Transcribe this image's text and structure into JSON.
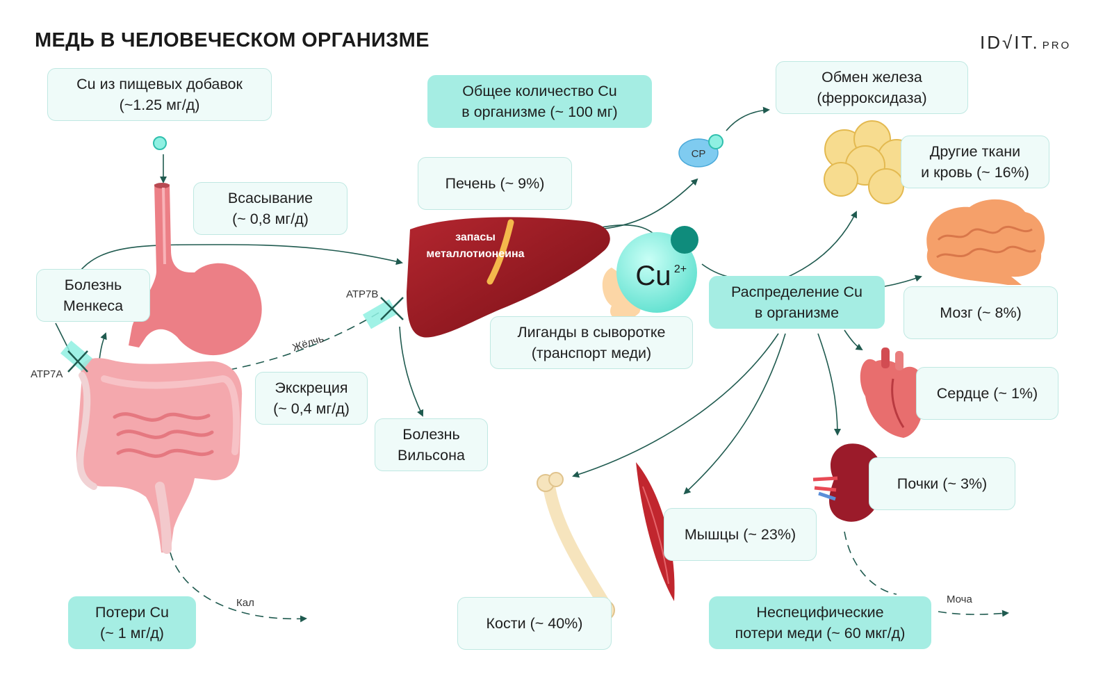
{
  "header": {
    "title": "МЕДЬ В ЧЕЛОВЕЧЕСКОМ ОРГАНИЗМЕ",
    "logo_main": "ID√IT.",
    "logo_suffix": "PRO"
  },
  "boxes": {
    "supplements": "Cu из пищевых добавок\n(~1.25 мг/д)",
    "total": "Общее количество Cu\nв организме (~ 100 мг)",
    "iron": "Обмен железа\n(ферроксидаза)",
    "other_tissues": "Другие ткани\nи кровь (~ 16%)",
    "liver": "Печень (~ 9%)",
    "absorption": "Всасывание\n(~ 0,8 мг/д)",
    "menkes": "Болезнь\nМенкеса",
    "excretion": "Экскреция\n(~ 0,4 мг/д)",
    "wilson": "Болезнь\nВильсона",
    "ligands": "Лиганды в сыворотке\n(транспорт меди)",
    "distribution": "Распределение Cu\nв организме",
    "brain": "Мозг (~ 8%)",
    "heart": "Сердце (~ 1%)",
    "kidneys": "Почки (~ 3%)",
    "muscles": "Мышцы (~ 23%)",
    "bones": "Кости (~ 40%)",
    "losses": "Потери Cu\n(~ 1 мг/д)",
    "nonspecific": "Неспецифические\nпотери меди (~ 60 мкг/д)"
  },
  "labels": {
    "atp7a": "ATP7A",
    "atp7b": "ATP7B",
    "bile": "Жёлчь",
    "feces": "Кал",
    "urine": "Моча",
    "cp": "CP",
    "liver_store_1": "запасы",
    "liver_store_2": "металлотионеина",
    "cu": "Cu",
    "cu_charge": "2+"
  },
  "colors": {
    "highlight": "#a5ede3",
    "box_fill": "#effbf9",
    "arrow": "#1f5a4f",
    "liver": "#9b1b22",
    "intestine": "#f2a0a6",
    "cu_ion": "#8ff0e2"
  }
}
